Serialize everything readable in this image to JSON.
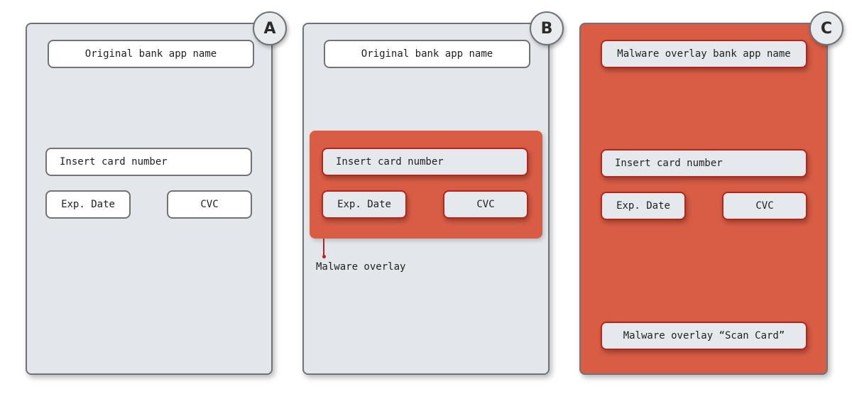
{
  "panels": [
    {
      "badge": "A",
      "app_name": "Original bank app name",
      "card_number": "Insert card number",
      "exp_date": "Exp. Date",
      "cvc": "CVC"
    },
    {
      "badge": "B",
      "app_name": "Original bank app name",
      "card_number": "Insert card number",
      "exp_date": "Exp. Date",
      "cvc": "CVC",
      "overlay_label": "Malware overlay"
    },
    {
      "badge": "C",
      "app_name": "Malware overlay bank app name",
      "card_number": "Insert card number",
      "exp_date": "Exp. Date",
      "cvc": "CVC",
      "scan_card": "Malware overlay “Scan Card”"
    }
  ],
  "colors": {
    "phone_bg": "#e3e7eb",
    "malware_red": "#d95d45",
    "malware_border": "#b8231b",
    "outline": "#6f7378"
  }
}
